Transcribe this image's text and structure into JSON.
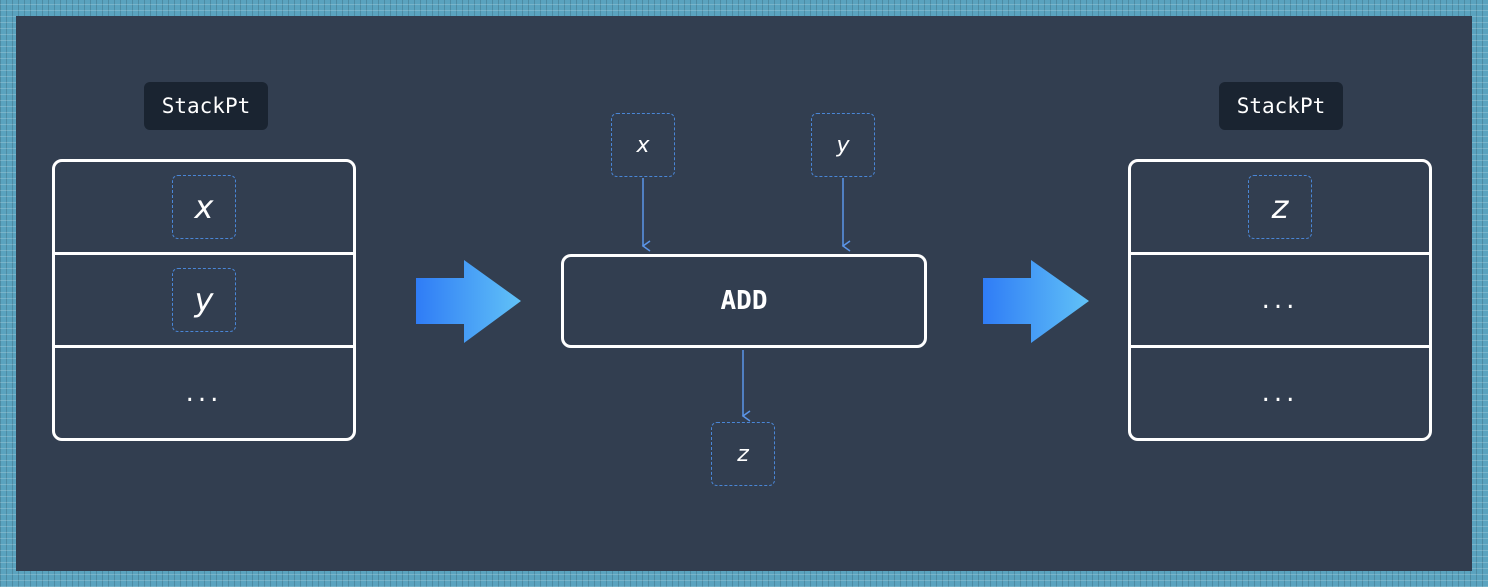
{
  "left_stack": {
    "pointer_label": "StackPt",
    "cells": [
      {
        "value": "x",
        "boxed": true
      },
      {
        "value": "y",
        "boxed": true
      },
      {
        "value": "...",
        "boxed": false
      }
    ]
  },
  "instruction": {
    "label": "ADD",
    "inputs": [
      "x",
      "y"
    ],
    "output": "z"
  },
  "right_stack": {
    "pointer_label": "StackPt",
    "cells": [
      {
        "value": "z",
        "boxed": true
      },
      {
        "value": "...",
        "boxed": false
      },
      {
        "value": "...",
        "boxed": false
      }
    ]
  },
  "colors": {
    "background": "#323e50",
    "label_bg": "#1a2431",
    "stroke": "#ffffff",
    "dashed": "#4a86d6",
    "connector": "#5b95e8",
    "arrow_start": "#2f7cf6",
    "arrow_end": "#61c2f7"
  }
}
